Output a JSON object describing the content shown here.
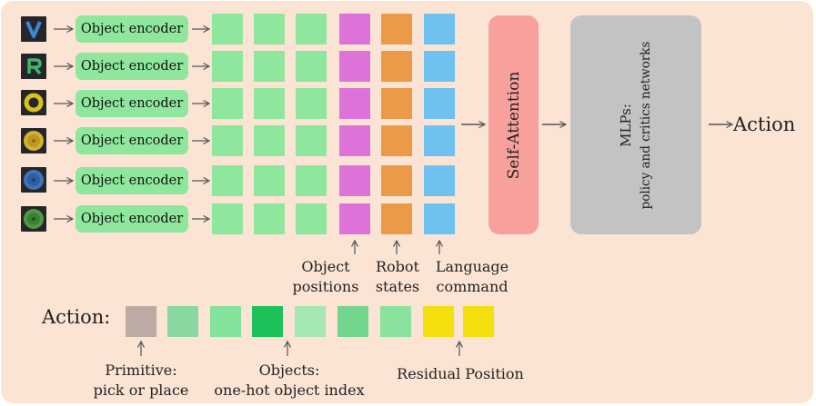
{
  "encoders": [
    {
      "label": "Object encoder",
      "icon": "letter-v-object"
    },
    {
      "label": "Object encoder",
      "icon": "letter-r-object"
    },
    {
      "label": "Object encoder",
      "icon": "yellow-ring-object"
    },
    {
      "label": "Object encoder",
      "icon": "yellow-gear-object"
    },
    {
      "label": "Object encoder",
      "icon": "blue-gear-object"
    },
    {
      "label": "Object encoder",
      "icon": "green-gear-object"
    }
  ],
  "token_colors": {
    "embedding": "#8ee79c",
    "object_position": "#dd73d8",
    "robot_state": "#eb9a47",
    "language": "#6fc2ef"
  },
  "self_attention": {
    "label": "Self-Attention",
    "color": "#f7a09c"
  },
  "mlps": {
    "title": "MLPs:",
    "subtitle": "policy and critics networks",
    "color": "#c3c3c3"
  },
  "output": {
    "label": "Action"
  },
  "input_labels": {
    "object_positions": [
      "Object",
      "positions"
    ],
    "robot_states": [
      "Robot",
      "states"
    ],
    "language_command": [
      "Language",
      "command"
    ]
  },
  "action_row": {
    "label": "Action:",
    "cells": [
      {
        "role": "primitive",
        "color": "#bcaaa4"
      },
      {
        "role": "object",
        "color": "#8ad8a1"
      },
      {
        "role": "object",
        "color": "#83e29b"
      },
      {
        "role": "object",
        "color": "#1cc15a"
      },
      {
        "role": "object",
        "color": "#a3e8b3"
      },
      {
        "role": "object",
        "color": "#73d68e"
      },
      {
        "role": "object",
        "color": "#89e29d"
      },
      {
        "role": "residual",
        "color": "#f5df0c"
      },
      {
        "role": "residual",
        "color": "#f5df0c"
      }
    ],
    "primitive_label": [
      "Primitive:",
      "pick or place"
    ],
    "objects_label": [
      "Objects:",
      "one-hot object index"
    ],
    "residual_label": "Residual Position"
  }
}
